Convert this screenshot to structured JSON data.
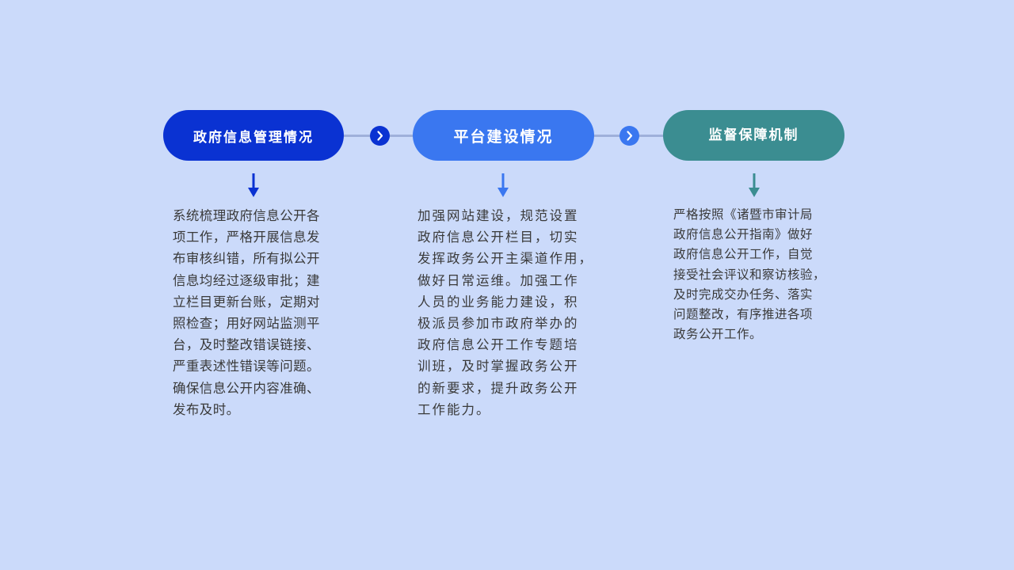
{
  "steps": [
    {
      "title": "政府信息管理情况",
      "color": "#0a32d2",
      "text": "系统梳理政府信息公开各\n项工作，严格开展信息发\n布审核纠错，所有拟公开\n信息均经过逐级审批；建\n立栏目更新台账，定期对\n照检查；用好网站监测平\n台，及时整改错误链接、\n严重表述性错误等问题。\n确保信息公开内容准确、\n发布及时。"
    },
    {
      "title": "平台建设情况",
      "color": "#3a77f0",
      "text": "加强网站建设，规范设置\n政府信息公开栏目，切实\n发挥政务公开主渠道作用，\n做好日常运维。加强工作\n人员的业务能力建设，积\n极派员参加市政府举办的\n政府信息公开工作专题培\n训班，及时掌握政务公开\n的新要求，提升政务公开\n工作能力。"
    },
    {
      "title": "监督保障机制",
      "color": "#3b8d91",
      "text": "严格按照《诸暨市审计局\n政府信息公开指南》做好\n政府信息公开工作，自觉\n接受社会评议和察访核验，\n及时完成交办任务、落实\n问题整改，有序推进各项\n政务公开工作。"
    }
  ],
  "chevron_colors": [
    "#0a32d2",
    "#3a77f0"
  ],
  "connector_color": "#9fb0da",
  "background": "#cbdafa"
}
